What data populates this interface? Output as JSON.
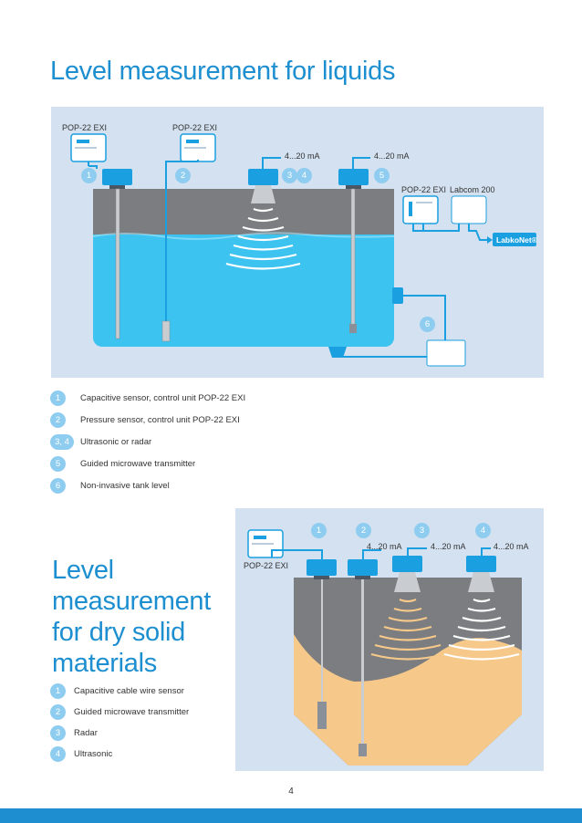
{
  "liquids": {
    "title": "Level measurement for liquids",
    "labels": {
      "pop1": "POP-22 EXI",
      "pop2": "POP-22 EXI",
      "pop3": "POP-22 EXI",
      "labcom": "Labcom 200",
      "ma1": "4...20 mA",
      "ma2": "4...20 mA",
      "labkonet": "LabkoNet®"
    },
    "markers": [
      "1",
      "2",
      "3",
      "4",
      "5",
      "6"
    ],
    "legend": [
      {
        "num": "1",
        "text": "Capacitive sensor, control unit POP-22 EXI"
      },
      {
        "num": "2",
        "text": "Pressure sensor, control unit POP-22 EXI"
      },
      {
        "num": "3, 4",
        "text": "Ultrasonic or radar"
      },
      {
        "num": "5",
        "text": "Guided microwave transmitter"
      },
      {
        "num": "6",
        "text": "Non-invasive tank level"
      }
    ]
  },
  "solids": {
    "title": "Level measurement for dry solid materials",
    "labels": {
      "pop": "POP-22 EXI",
      "ma1": "4...20 mA",
      "ma2": "4...20 mA",
      "ma3": "4...20 mA"
    },
    "markers": [
      "1",
      "2",
      "3",
      "4"
    ],
    "legend": [
      {
        "num": "1",
        "text": "Capacitive cable wire sensor"
      },
      {
        "num": "2",
        "text": "Guided microwave transmitter"
      },
      {
        "num": "3",
        "text": "Radar"
      },
      {
        "num": "4",
        "text": "Ultrasonic"
      }
    ]
  },
  "page_number": "4",
  "colors": {
    "accent": "#1d8fd0",
    "panel": "#d3e1f0",
    "liquid": "#3cc3ef",
    "sensor": "#1a9fe0",
    "marker": "#8fcdf0",
    "solid": "#f6c98a",
    "tank_air": "#7b7d80"
  }
}
